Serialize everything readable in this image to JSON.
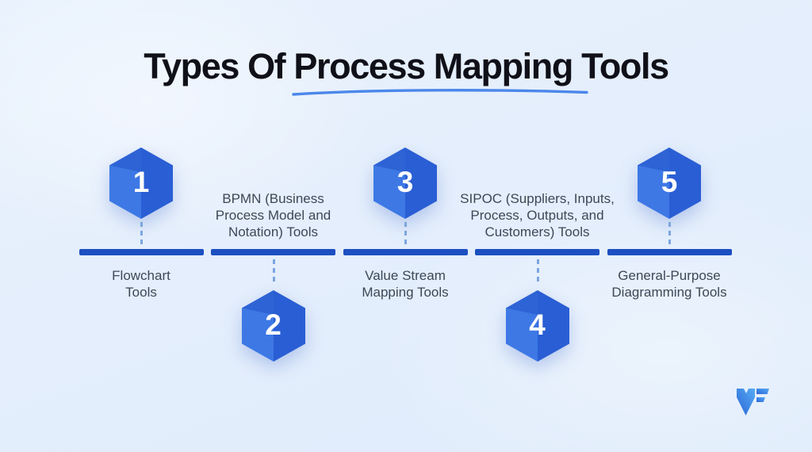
{
  "title": "Types Of Process Mapping Tools",
  "items": [
    {
      "number": "1",
      "label": "Flowchart\nTools",
      "position": "above-line"
    },
    {
      "number": "2",
      "label": "BPMN (Business\nProcess Model and\nNotation) Tools",
      "position": "below-line"
    },
    {
      "number": "3",
      "label": "Value Stream\nMapping Tools",
      "position": "above-line"
    },
    {
      "number": "4",
      "label": "SIPOC (Suppliers, Inputs,\nProcess, Outputs, and\nCustomers) Tools",
      "position": "below-line"
    },
    {
      "number": "5",
      "label": "General-Purpose\nDiagramming Tools",
      "position": "above-line"
    }
  ],
  "icons": {
    "badge_shape": "hexagon",
    "brand_logo": "mf-monogram"
  },
  "colors": {
    "titleText": "#101018",
    "labelText": "#3d4856",
    "bar": "#1c4fc2",
    "dash": "#7ba6de",
    "underline": "#4b87ea",
    "hexLeft": "#3d78e5",
    "hexRight": "#2a5ed4",
    "hexTop": "#2d63d4",
    "numberText": "#ffffff",
    "background": "#e6f0fc",
    "logoA": "#2b66d8",
    "logoB": "#57abf4"
  }
}
